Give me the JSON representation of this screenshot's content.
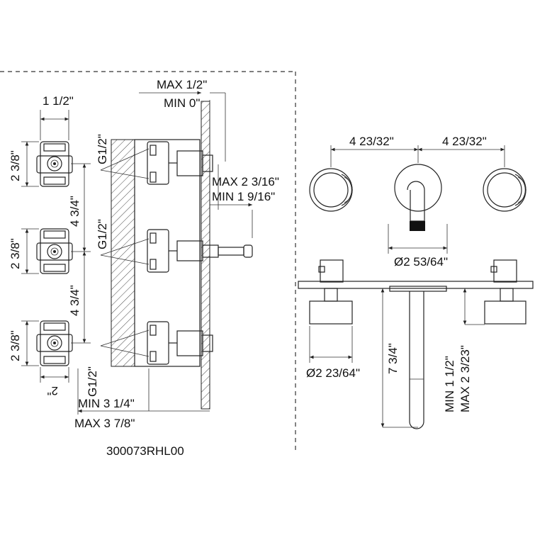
{
  "model_code": "300073RHL00",
  "left_view": {
    "thread_label": "G1/2\"",
    "valve_width": "1 1/2\"",
    "valve_height": "2 3/8\"",
    "valve_spacing": "4 3/4\"",
    "valve_depth": "2\"",
    "wall_max": "MAX 1/2\"",
    "wall_min": "MIN 0\"",
    "projection_max": "MAX 2 3/16\"",
    "projection_min": "MIN 1 9/16\"",
    "depth_min": "MIN 3 1/4\"",
    "depth_max": "MAX 3 7/8\""
  },
  "right_view": {
    "spacing_left": "4 23/32\"",
    "spacing_right": "4 23/32\"",
    "spout_plate_diameter": "Ø2 53/64\"",
    "handle_diameter": "Ø2 23/64\"",
    "spout_length": "7 3/4\"",
    "handle_min": "MIN 1 1/2\"",
    "handle_max": "MAX 2 3/23\""
  }
}
